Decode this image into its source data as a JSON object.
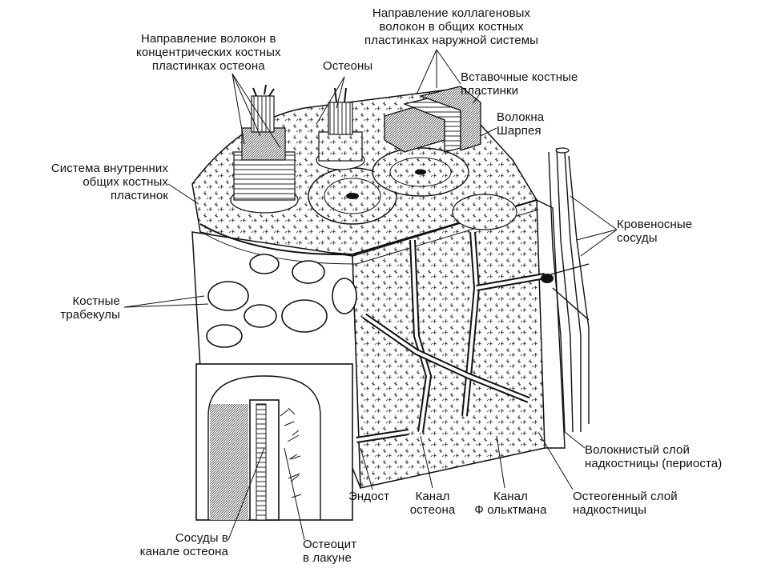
{
  "labels": {
    "collagen_outer": [
      "Направление коллагеновых",
      "волокон в общих костных",
      "пластинках наружной системы"
    ],
    "fiber_concentric": [
      "Направление волокон в",
      "концентрических костных",
      "пластинках остеона"
    ],
    "osteons": [
      "Остеоны"
    ],
    "interstitial": [
      "Вставочные костные",
      "пластинки"
    ],
    "sharpey": [
      "Волокна",
      "Шарпея"
    ],
    "inner_system": [
      "Система внутренних",
      "общих костных",
      "пластинок"
    ],
    "blood_vessels": [
      "Кровеносные",
      "сосуды"
    ],
    "trabeculae": [
      "Костные",
      "трабекулы"
    ],
    "fibrous_periosteum": [
      "Волокнистый слой",
      "надкостницы (периоста)"
    ],
    "endosteum": [
      "Эндост"
    ],
    "osteon_canal": [
      "Канал",
      "остеона"
    ],
    "volkmann_canal": [
      "Канал",
      "Ф ольктмана"
    ],
    "osteogenic_layer": [
      "Остеогенный слой",
      "надкостницы"
    ],
    "vessels_in_canal": [
      "Сосуды в",
      "канале остеона"
    ],
    "osteocyte": [
      "Остеоцит",
      "в лакуне"
    ]
  },
  "colors": {
    "ink": "#111111",
    "paper": "#ffffff",
    "shade": "#777777"
  }
}
